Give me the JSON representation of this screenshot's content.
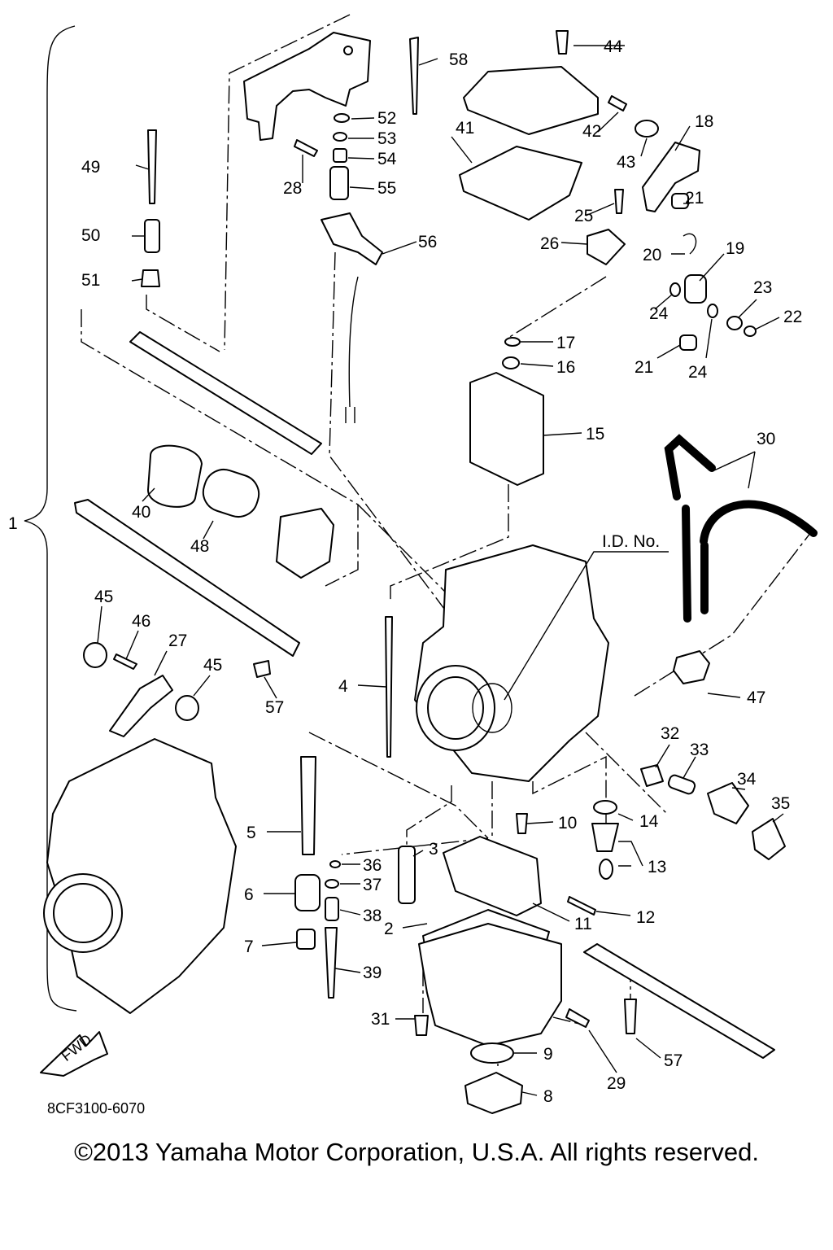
{
  "diagram": {
    "labels": [
      "1",
      "2",
      "3",
      "4",
      "5",
      "6",
      "7",
      "8",
      "9",
      "10",
      "11",
      "12",
      "13",
      "14",
      "15",
      "16",
      "17",
      "18",
      "19",
      "20",
      "21",
      "21",
      "22",
      "23",
      "24",
      "24",
      "25",
      "26",
      "27",
      "28",
      "29",
      "30",
      "31",
      "32",
      "33",
      "34",
      "35",
      "36",
      "37",
      "38",
      "39",
      "40",
      "41",
      "42",
      "43",
      "44",
      "45",
      "45",
      "46",
      "47",
      "48",
      "49",
      "50",
      "51",
      "52",
      "53",
      "54",
      "55",
      "56",
      "57",
      "57",
      "58"
    ],
    "id_label": "I.D. No.",
    "fwd_label": "FWD",
    "drawing_code": "8CF3100-6070"
  },
  "copyright": "©2013 Yamaha Motor Corporation, U.S.A. All rights reserved.",
  "colors": {
    "ink": "#000000",
    "paper": "#ffffff"
  }
}
